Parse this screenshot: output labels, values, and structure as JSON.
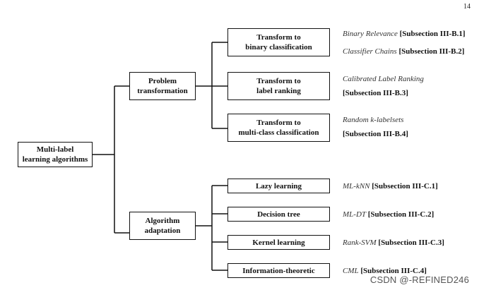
{
  "page_number": "14",
  "root": {
    "label": "Multi-label\nlearning algorithms"
  },
  "categories": [
    {
      "label": "Problem\ntransformation"
    },
    {
      "label": "Algorithm\nadaptation"
    }
  ],
  "problem_transformation": [
    {
      "label": "Transform to\nbinary classification"
    },
    {
      "label": "Transform to\nlabel ranking"
    },
    {
      "label": "Transform to\nmulti-class classification"
    }
  ],
  "algorithm_adaptation": [
    {
      "label": "Lazy learning"
    },
    {
      "label": "Decision tree"
    },
    {
      "label": "Kernel learning"
    },
    {
      "label": "Information-theoretic"
    }
  ],
  "references": {
    "binary_relevance": {
      "method": "Binary Relevance",
      "section": "[Subsection III-B.1]"
    },
    "classifier_chains": {
      "method": "Classifier Chains",
      "section": "[Subsection III-B.2]"
    },
    "calibrated_label_ranking": {
      "method": "Calibrated Label Ranking",
      "section": "[Subsection III-B.3]"
    },
    "random_k_labelsets": {
      "method": "Random k-labelsets",
      "section": "[Subsection III-B.4]"
    },
    "ml_knn": {
      "method": "ML-kNN",
      "section": "[Subsection III-C.1]"
    },
    "ml_dt": {
      "method": "ML-DT",
      "section": "[Subsection III-C.2]"
    },
    "rank_svm": {
      "method": "Rank-SVM",
      "section": "[Subsection III-C.3]"
    },
    "cml": {
      "method": "CML",
      "section": "[Subsection III-C.4]"
    }
  },
  "watermark": "CSDN @-REFINED246"
}
